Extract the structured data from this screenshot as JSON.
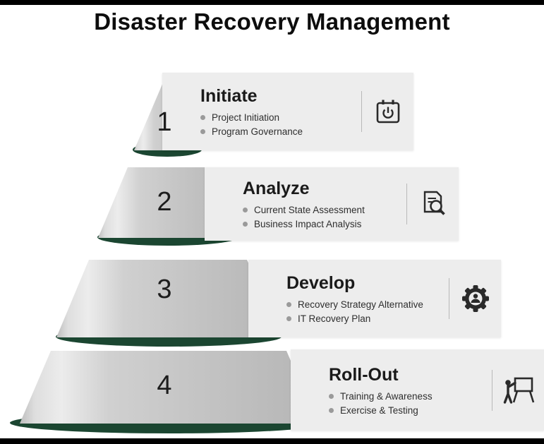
{
  "title": "Disaster Recovery Management",
  "colors": {
    "green": "#1b4631",
    "card_bg": "#ededed",
    "icon": "#2a2a2a",
    "pyramid_gray": "#c7c7c7"
  },
  "levels": [
    {
      "number": "1",
      "title": "Initiate",
      "bullets": [
        "Project Initiation",
        "Program Governance"
      ],
      "icon": "calendar-power-icon"
    },
    {
      "number": "2",
      "title": "Analyze",
      "bullets": [
        "Current State Assessment",
        "Business Impact Analysis"
      ],
      "icon": "document-search-icon"
    },
    {
      "number": "3",
      "title": "Develop",
      "bullets": [
        "Recovery Strategy Alternative",
        "IT Recovery Plan"
      ],
      "icon": "gear-user-icon"
    },
    {
      "number": "4",
      "title": "Roll-Out",
      "bullets": [
        "Training & Awareness",
        "Exercise & Testing"
      ],
      "icon": "trainer-presentation-icon"
    }
  ]
}
